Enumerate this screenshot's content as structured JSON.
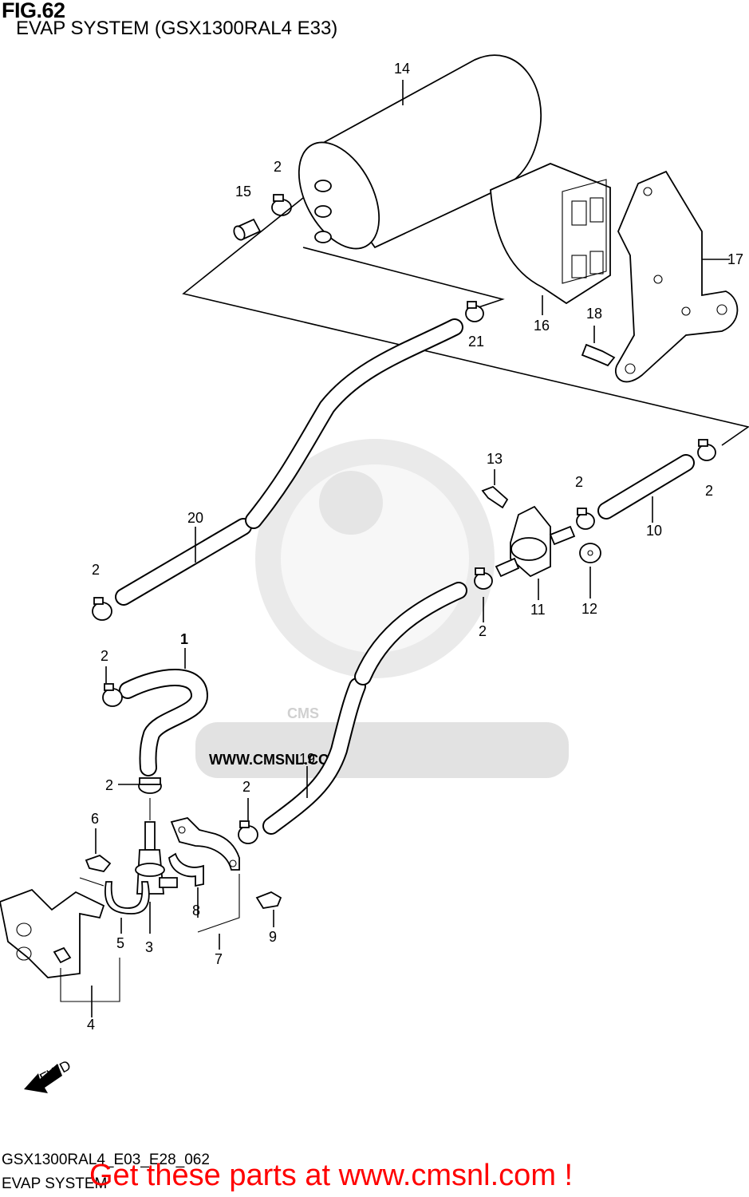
{
  "header": {
    "fig_label": "FIG.62",
    "subtitle": "EVAP SYSTEM (GSX1300RAL4 E33)"
  },
  "watermark": {
    "logo_text": "CMS",
    "url_text": "WWW.CMSNL.COM"
  },
  "fwd_arrow_label": "FWD",
  "callouts": {
    "c1": "1",
    "c2a": "2",
    "c2b": "2",
    "c2c": "2",
    "c2d": "2",
    "c2e": "2",
    "c2f": "2",
    "c2g": "2",
    "c2h": "2",
    "c3": "3",
    "c4": "4",
    "c5": "5",
    "c6": "6",
    "c7": "7",
    "c8": "8",
    "c9": "9",
    "c10": "10",
    "c11": "11",
    "c12": "12",
    "c13": "13",
    "c14": "14",
    "c15": "15",
    "c16": "16",
    "c17": "17",
    "c18": "18",
    "c19": "19",
    "c20": "20",
    "c21": "21"
  },
  "footer": {
    "diagram_code": "GSX1300RAL4_E03_E28_062",
    "section_name": "EVAP SYSTEM",
    "cta": "Get these parts at www.cmsnl.com !"
  }
}
